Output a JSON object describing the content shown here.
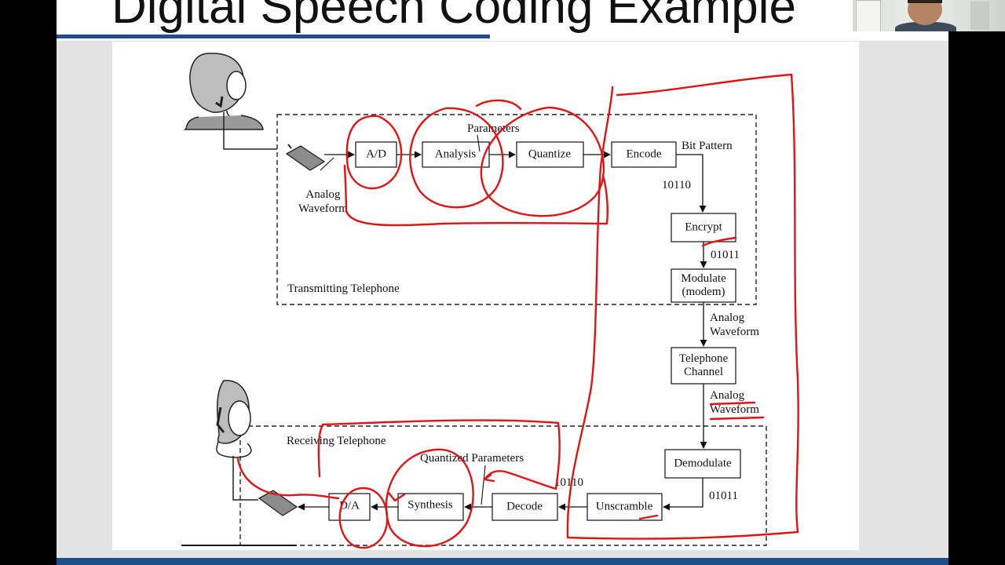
{
  "slide": {
    "title": "Digital Speech Coding Example"
  },
  "diagram": {
    "boxes": {
      "ad": "A/D",
      "analysis": "Analysis",
      "quantize": "Quantize",
      "encode": "Encode",
      "encrypt": "Encrypt",
      "modulate_line1": "Modulate",
      "modulate_line2": "(modem)",
      "telephone_line1": "Telephone",
      "telephone_line2": "Channel",
      "demodulate": "Demodulate",
      "unscramble": "Unscramble",
      "decode": "Decode",
      "synthesis": "Synthesis",
      "da": "D/A"
    },
    "labels": {
      "parameters": "Parameters",
      "bit_pattern": "Bit Pattern",
      "bits_encoded": "10110",
      "bits_encrypted": "01011",
      "analog_waveform_1_line1": "Analog",
      "analog_waveform_1_line2": "Waveform",
      "analog_waveform_2_line1": "Analog",
      "analog_waveform_2_line2": "Waveform",
      "analog_waveform_3_line1": "Analog",
      "analog_waveform_3_line2": "Waveform",
      "transmitting": "Transmitting Telephone",
      "receiving": "Receiving Telephone",
      "quantized_parameters": "Quantized Parameters",
      "bits_received": "01011",
      "bits_decoded": "10110"
    }
  },
  "colors": {
    "annotation": "#e01414",
    "accent_bar": "#1f4e8c",
    "ink": "#111111"
  }
}
